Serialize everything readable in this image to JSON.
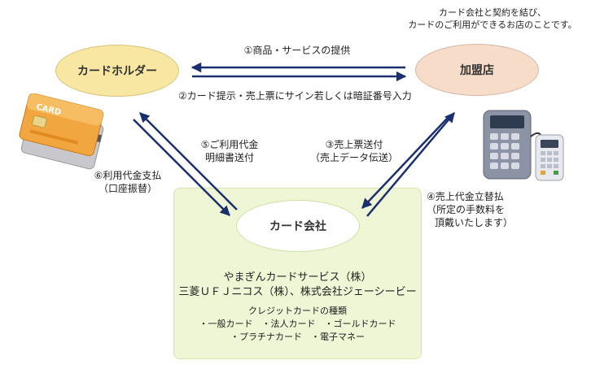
{
  "header_note": {
    "line1": "カード会社と契約を結び、",
    "line2": "カードのご利用ができるお店のことです。"
  },
  "nodes": {
    "cardholder": "カードホルダー",
    "merchant": "加盟店",
    "card_company": "カード会社"
  },
  "flows": {
    "f1": "①商品・サービスの提供",
    "f2": "②カード提示・売上票にサイン若しくは暗証番号入力",
    "f3_line1": "③売上票送付",
    "f3_line2": "（売上データ伝送）",
    "f4_line1": "④売上代金立替払",
    "f4_line2": "（所定の手数料を",
    "f4_line3": "頂戴いたします）",
    "f5_line1": "⑤ご利用代金",
    "f5_line2": "明細書送付",
    "f6_line1": "⑥利用代金支払",
    "f6_line2": "（口座振替）"
  },
  "companies": {
    "line1": "やまぎんカードサービス（株）",
    "line2": "三菱ＵＦＪニコス（株）、株式会社ジェーシービー"
  },
  "card_types": {
    "heading": "クレジットカードの種類",
    "line1": "・一般カード　・法人カード　・ゴールドカード",
    "line2": "・プラチナカード　・電子マネー"
  },
  "card_image_text": "CARD",
  "colors": {
    "cardholder_fill": "#f7e7a2",
    "merchant_fill": "#f7ddc9",
    "panel_fill": "#eef6d5",
    "arrow": "#1a2f6e"
  }
}
